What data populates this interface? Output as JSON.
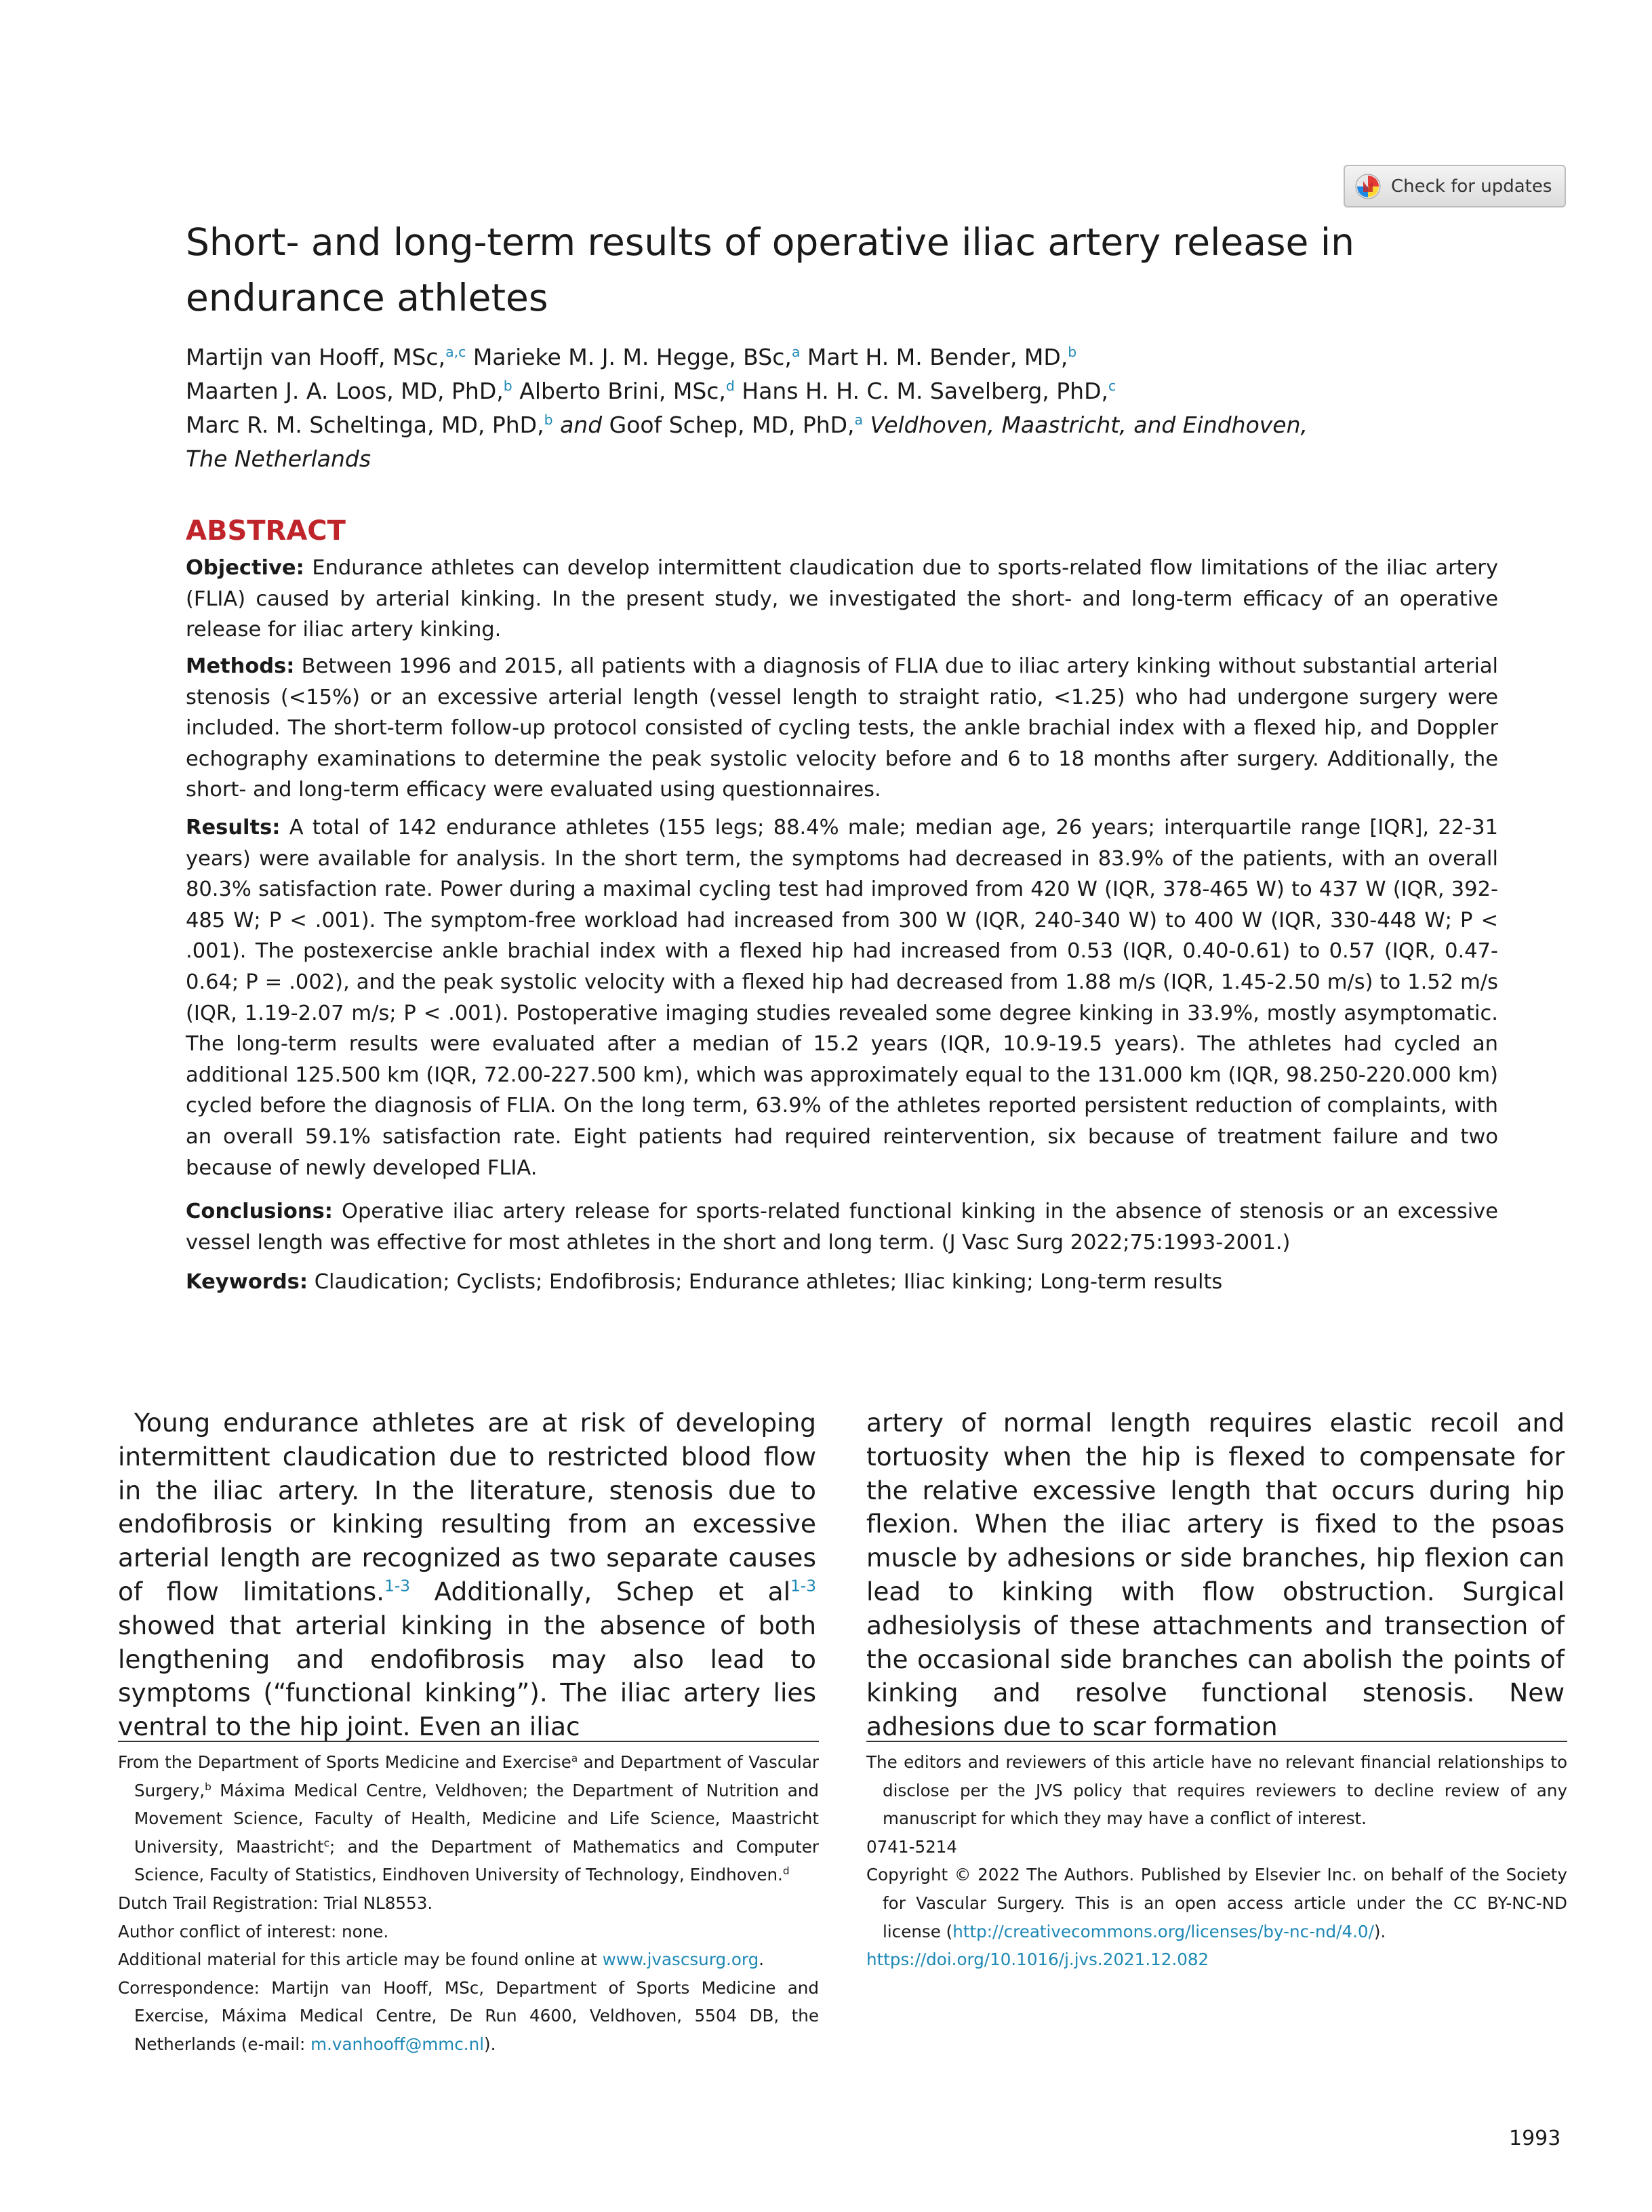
{
  "badge": {
    "label": "Check for updates"
  },
  "title": "Short- and long-term results of operative iliac artery release in endurance athletes",
  "authors": {
    "line1": [
      {
        "name": "Martijn van Hooff, MSc,",
        "sup": "a,c"
      },
      {
        "name": " Marieke M. J. M. Hegge, BSc,",
        "sup": "a"
      },
      {
        "name": " Mart H. M. Bender, MD,",
        "sup": "b"
      }
    ],
    "line2": [
      {
        "name": "Maarten J. A. Loos, MD, PhD,",
        "sup": "b"
      },
      {
        "name": " Alberto Brini, MSc,",
        "sup": "d"
      },
      {
        "name": " Hans H. H. C. M. Savelberg, PhD,",
        "sup": "c"
      }
    ],
    "line3": [
      {
        "name": "Marc R. M. Scheltinga, MD, PhD,",
        "sup": "b"
      }
    ],
    "and_word": "and",
    "last_author": " Goof Schep, MD, PhD,",
    "last_sup": "a",
    "locations": " Veldhoven, Maastricht, and Eindhoven,",
    "country": "The Netherlands"
  },
  "abstract": {
    "heading": "ABSTRACT",
    "objective_label": "Objective:",
    "objective": " Endurance athletes can develop intermittent claudication due to sports-related flow limitations of the iliac artery (FLIA) caused by arterial kinking. In the present study, we investigated the short- and long-term efficacy of an operative release for iliac artery kinking.",
    "methods_label": "Methods:",
    "methods": " Between 1996 and 2015, all patients with a diagnosis of FLIA due to iliac artery kinking without substantial arterial stenosis (<15%) or an excessive arterial length (vessel length to straight ratio, <1.25) who had undergone surgery were included. The short-term follow-up protocol consisted of cycling tests, the ankle brachial index with a flexed hip, and Doppler echography examinations to determine the peak systolic velocity before and 6 to 18 months after surgery. Additionally, the short- and long-term efficacy were evaluated using questionnaires.",
    "results_label": "Results:",
    "results": " A total of 142 endurance athletes (155 legs; 88.4% male; median age, 26 years; interquartile range [IQR], 22-31 years) were available for analysis. In the short term, the symptoms had decreased in 83.9% of the patients, with an overall 80.3% satisfaction rate. Power during a maximal cycling test had improved from 420 W (IQR, 378-465 W) to 437 W (IQR, 392-485 W; P < .001). The symptom-free workload had increased from 300 W (IQR, 240-340 W) to 400 W (IQR, 330-448 W; P < .001). The postexercise ankle brachial index with a flexed hip had increased from 0.53 (IQR, 0.40-0.61) to 0.57 (IQR, 0.47-0.64; P = .002), and the peak systolic velocity with a flexed hip had decreased from 1.88 m/s (IQR, 1.45-2.50 m/s) to 1.52 m/s (IQR, 1.19-2.07 m/s; P < .001). Postoperative imaging studies revealed some degree kinking in 33.9%, mostly asymptomatic. The long-term results were evaluated after a median of 15.2 years (IQR, 10.9-19.5 years). The athletes had cycled an additional 125.500 km (IQR, 72.00-227.500 km), which was approximately equal to the 131.000 km (IQR, 98.250-220.000 km) cycled before the diagnosis of FLIA. On the long term, 63.9% of the athletes reported persistent reduction of complaints, with an overall 59.1% satisfaction rate. Eight patients had required reintervention, six because of treatment failure and two because of newly developed FLIA.",
    "conclusions_label": "Conclusions:",
    "conclusions": " Operative iliac artery release for sports-related functional kinking in the absence of stenosis or an excessive vessel length was effective for most athletes in the short and long term. (J Vasc Surg 2022;75:1993-2001.)",
    "keywords_label": "Keywords:",
    "keywords": " Claudication; Cyclists; Endofibrosis; Endurance athletes; Iliac kinking; Long-term results"
  },
  "body": {
    "left_a": "Young endurance athletes are at risk of developing intermittent claudication due to restricted blood flow in the iliac artery. In the literature, stenosis due to endofibrosis or kinking resulting from an excessive arterial length are recognized as two separate causes of flow limitations.",
    "left_ref1": "1-3",
    "left_b": " Additionally, Schep et al",
    "left_ref2": "1-3",
    "left_c": " showed that arterial kinking in the absence of both lengthening and endofibrosis may also lead to symptoms (“functional kinking”). The iliac artery lies ventral to the hip joint. Even an iliac",
    "right": "artery of normal length requires elastic recoil and tortuosity when the hip is flexed to compensate for the relative excessive length that occurs during hip flexion. When the iliac artery is fixed to the psoas muscle by adhesions or side branches, hip flexion can lead to kinking with flow obstruction. Surgical adhesiolysis of these attachments and transection of the occasional side branches can abolish the points of kinking and resolve functional stenosis. New adhesions due to scar formation"
  },
  "footnotes_left": {
    "from_a": "From the Department of Sports Medicine and Exercise",
    "from_sup_a": "a",
    "from_b": " and Department of Vascular Surgery,",
    "from_sup_b": "b",
    "from_c": " Máxima Medical Centre, Veldhoven; the Department of Nutrition and Movement Science, Faculty of Health, Medicine and Life Science, Maastricht University, Maastricht",
    "from_sup_c": "c",
    "from_d": "; and the Department of Mathematics and Computer Science, Faculty of Statistics, Eindhoven University of Technology, Eindhoven.",
    "from_sup_d": "d",
    "trial": "Dutch Trail Registration: Trial NL8553.",
    "conflict": "Author conflict of interest: none.",
    "additional_a": "Additional material for this article may be found online at ",
    "additional_link": "www.jvascsurg.org",
    "additional_b": ".",
    "correspondence_a": "Correspondence: Martijn van Hooff, MSc, Department of Sports Medicine and Exercise, Máxima Medical Centre, De Run 4600, Veldhoven, 5504 DB, the Netherlands (e-mail: ",
    "correspondence_email": "m.vanhooff@mmc.nl",
    "correspondence_b": ")."
  },
  "footnotes_right": {
    "editors": "The editors and reviewers of this article have no relevant financial relationships to disclose per the JVS policy that requires reviewers to decline review of any manuscript for which they may have a conflict of interest.",
    "issn": "0741-5214",
    "copyright_a": "Copyright © 2022 The Authors. Published by Elsevier Inc. on behalf of the Society for Vascular Surgery. This is an open access article under the CC BY-NC-ND license (",
    "copyright_link": "http://creativecommons.org/licenses/by-nc-nd/4.0/",
    "copyright_b": ").",
    "doi": "https://doi.org/10.1016/j.jvs.2021.12.082"
  },
  "page_number": "1993",
  "colors": {
    "heading_red": "#c0242b",
    "link_blue": "#1e88b5"
  },
  "icons": {
    "badge_icon": "crossmark-icon"
  }
}
